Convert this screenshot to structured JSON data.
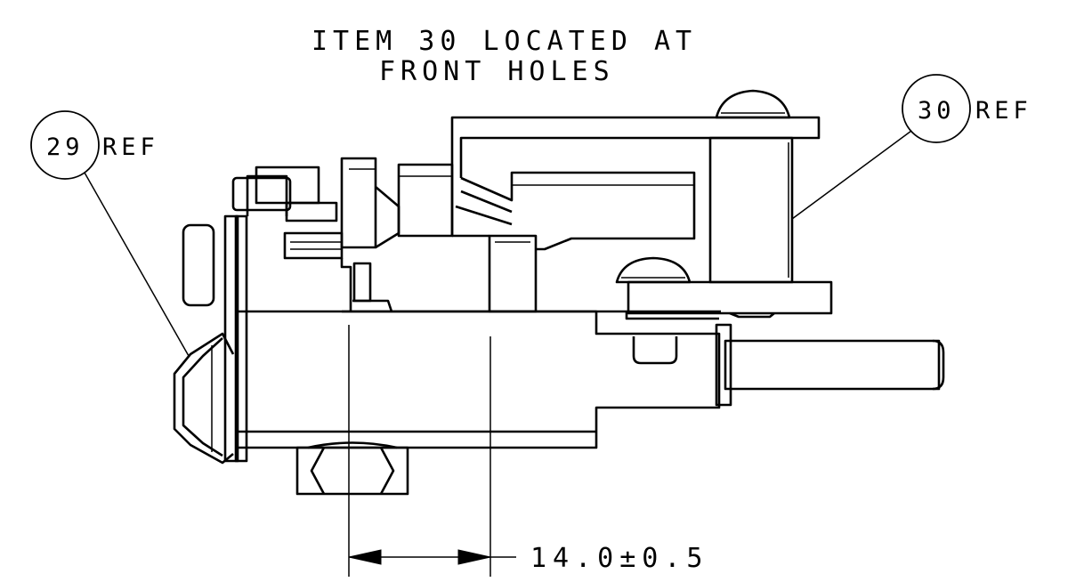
{
  "note": {
    "line1": "ITEM 30 LOCATED AT",
    "line2": "FRONT HOLES"
  },
  "balloons": [
    {
      "number": "29",
      "suffix": "REF"
    },
    {
      "number": "30",
      "suffix": "REF"
    }
  ],
  "dimension": {
    "text": "14.0±0.5"
  }
}
